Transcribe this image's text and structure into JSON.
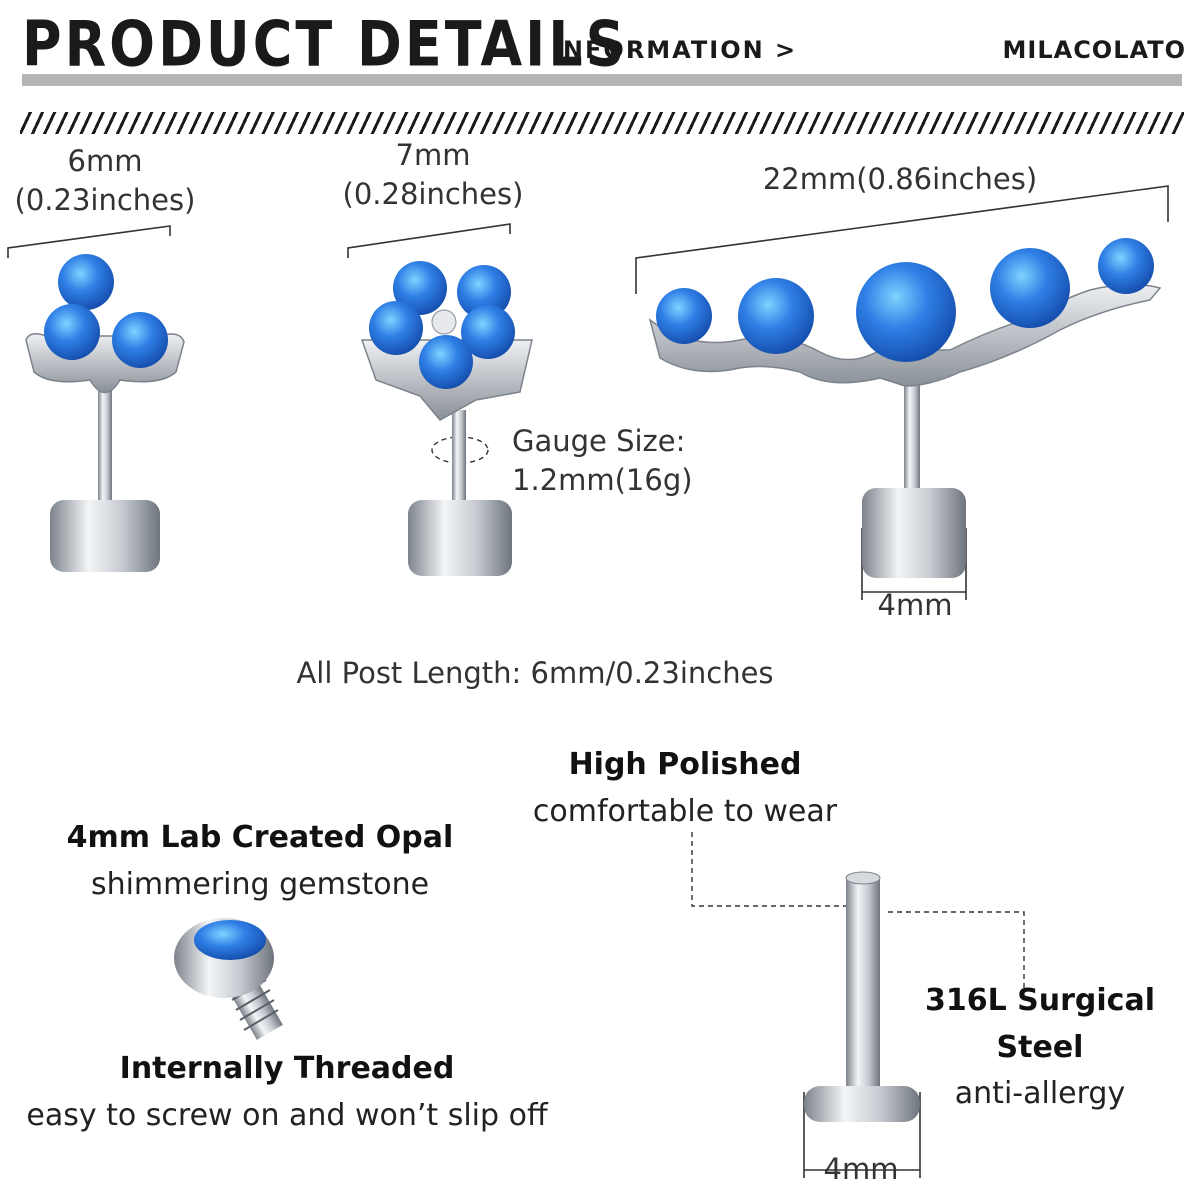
{
  "header": {
    "title": "PRODUCT DETAILS",
    "subtitle": "INFORMATION >",
    "brand": "MILACOLATO"
  },
  "dimensions": {
    "trinity": {
      "mm": "6mm",
      "inches": "(0.23inches)"
    },
    "flower": {
      "mm": "7mm",
      "inches": "(0.28inches)"
    },
    "climber": {
      "width": "22mm(0.86inches)",
      "disc": "4mm"
    },
    "gauge": {
      "label": "Gauge Size:",
      "value": "1.2mm(16g)"
    },
    "post_length": "All Post Length: 6mm/0.23inches"
  },
  "features": {
    "polished": {
      "title": "High Polished",
      "desc": "comfortable to wear"
    },
    "opal": {
      "title": "4mm Lab Created Opal",
      "desc": "shimmering gemstone"
    },
    "threaded": {
      "title": "Internally Threaded",
      "desc": "easy to screw on and won’t slip off"
    },
    "steel": {
      "title": "316L Surgical Steel",
      "desc": "anti-allergy"
    },
    "flat_back": {
      "disc": "4mm"
    }
  },
  "colors": {
    "opal": "#2f7fe6",
    "steel": "#c8ccd2",
    "text": "#222222"
  }
}
